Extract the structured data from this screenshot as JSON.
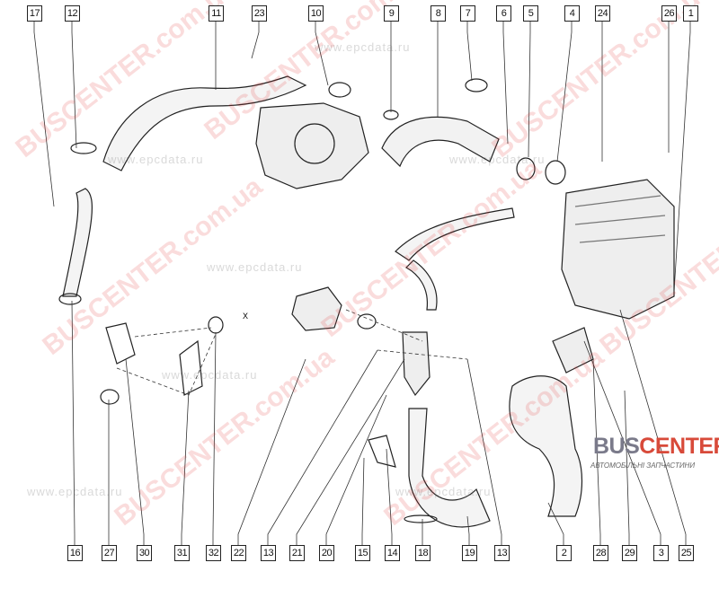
{
  "diagram": {
    "top_labels": [
      "17",
      "12",
      "11",
      "23",
      "10",
      "9",
      "8",
      "7",
      "6",
      "5",
      "4",
      "24",
      "26",
      "1"
    ],
    "bottom_labels": [
      "16",
      "27",
      "30",
      "31",
      "32",
      "22",
      "13",
      "21",
      "20",
      "15",
      "14",
      "18",
      "19",
      "13",
      "2",
      "28",
      "29",
      "3",
      "25"
    ],
    "marker_x": "X"
  },
  "watermarks": {
    "brand": "BUSCENTER.com.ua",
    "site": "www.epcdata.ru"
  },
  "logo": {
    "name_part1": "BUS",
    "name_part2": "CENTER",
    "subtitle": "АВТОМОБІЛЬНІ ЗАПЧАСТИНИ"
  }
}
